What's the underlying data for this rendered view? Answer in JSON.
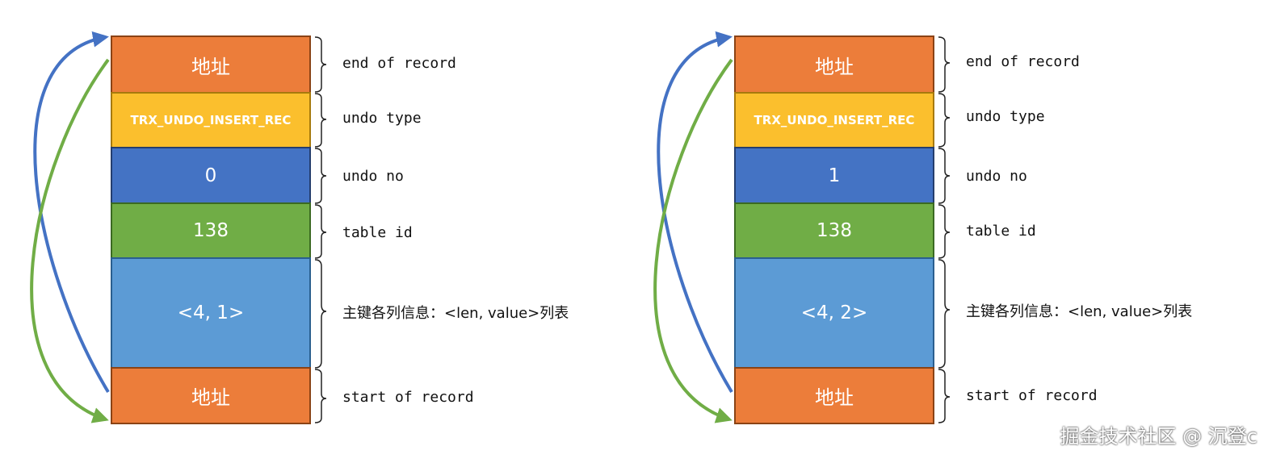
{
  "records": [
    {
      "address_top": "地址",
      "undo_type_value": "TRX_UNDO_INSERT_REC",
      "undo_no_value": "0",
      "table_id_value": "138",
      "pk_value": "<4, 1>",
      "address_bottom": "地址"
    },
    {
      "address_top": "地址",
      "undo_type_value": "TRX_UNDO_INSERT_REC",
      "undo_no_value": "1",
      "table_id_value": "138",
      "pk_value": "<4, 2>",
      "address_bottom": "地址"
    }
  ],
  "labels": {
    "end_of_record": "end of record",
    "undo_type": "undo type",
    "undo_no": "undo no",
    "table_id": "table id",
    "pk_info": "主键各列信息：<len, value>列表",
    "start_of_record": "start of record"
  },
  "watermark": "掘金技术社区 @ 沉登c",
  "colors": {
    "address": "#ec7d3a",
    "undo_type": "#fbbf2d",
    "undo_no": "#4473c4",
    "table_id": "#70ad46",
    "pk": "#5c9bd5",
    "arrow_blue": "#4472c4",
    "arrow_green": "#70ad46"
  }
}
